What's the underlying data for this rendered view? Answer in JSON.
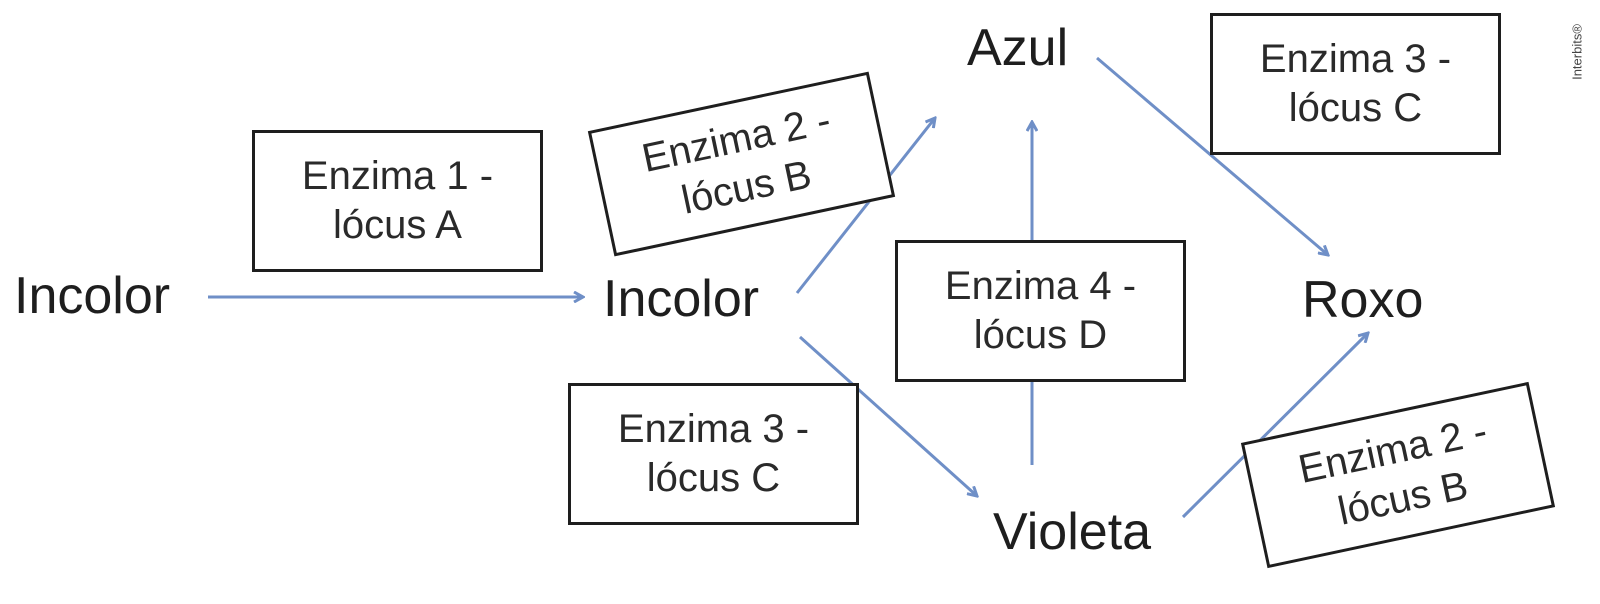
{
  "nodes": {
    "incolor_start": "Incolor",
    "incolor_mid": "Incolor",
    "azul": "Azul",
    "violeta": "Violeta",
    "roxo": "Roxo"
  },
  "enzymes": {
    "enzima1": {
      "line1": "Enzima 1 -",
      "line2": "lócus A"
    },
    "enzima2_top": {
      "line1": "Enzima 2 -",
      "line2": "lócus B"
    },
    "enzima3_top": {
      "line1": "Enzima 3 -",
      "line2": "lócus C"
    },
    "enzima4": {
      "line1": "Enzima 4 -",
      "line2": "lócus D"
    },
    "enzima3_bottom": {
      "line1": "Enzima 3 -",
      "line2": "lócus C"
    },
    "enzima2_bottom": {
      "line1": "Enzima 2 -",
      "line2": "lócus B"
    }
  },
  "watermark": "Interbits®",
  "colors": {
    "arrow": "#6f8fc7",
    "text": "#1e1e1e",
    "box_border": "#1e1e1e"
  }
}
